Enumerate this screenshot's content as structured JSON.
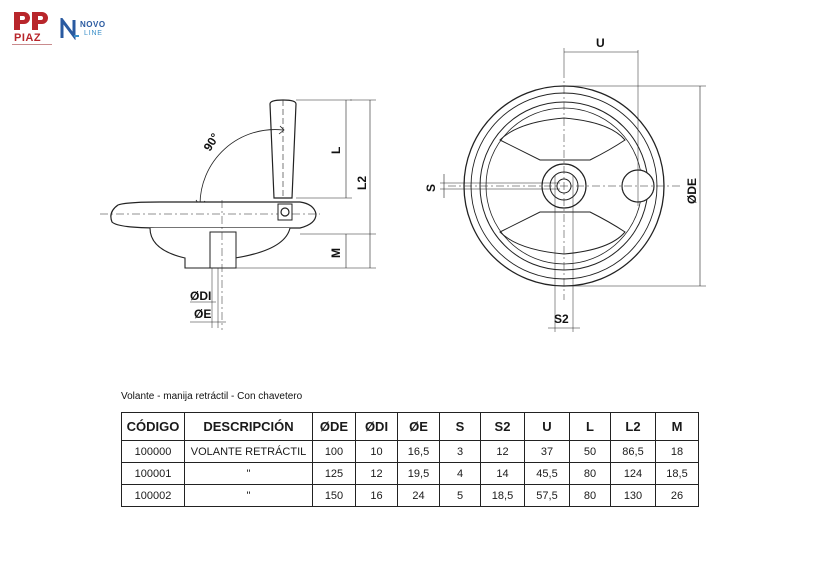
{
  "logos": {
    "brand1": "PIAZ",
    "brand2_top": "NOVO",
    "brand2_bottom": "LINE",
    "brand1_color": "#b8262b",
    "brand2_color": "#2a5aa0"
  },
  "drawing": {
    "side_labels": {
      "angle": "90°",
      "L": "L",
      "L2": "L2",
      "M": "M",
      "DI": "ØDI",
      "E": "ØE"
    },
    "front_labels": {
      "U": "U",
      "S": "S",
      "DE": "ØDE",
      "S2": "S2"
    }
  },
  "caption": "Volante - manija retráctil - Con chavetero",
  "table": {
    "headers": [
      "CÓDIGO",
      "DESCRIPCIÓN",
      "ØDE",
      "ØDI",
      "ØE",
      "S",
      "S2",
      "U",
      "L",
      "L2",
      "M"
    ],
    "rows": [
      [
        "100000",
        "VOLANTE RETRÁCTIL",
        "100",
        "10",
        "16,5",
        "3",
        "12",
        "37",
        "50",
        "86,5",
        "18"
      ],
      [
        "100001",
        "\"",
        "125",
        "12",
        "19,5",
        "4",
        "14",
        "45,5",
        "80",
        "124",
        "18,5"
      ],
      [
        "100002",
        "\"",
        "150",
        "16",
        "24",
        "5",
        "18,5",
        "57,5",
        "80",
        "130",
        "26"
      ]
    ]
  }
}
